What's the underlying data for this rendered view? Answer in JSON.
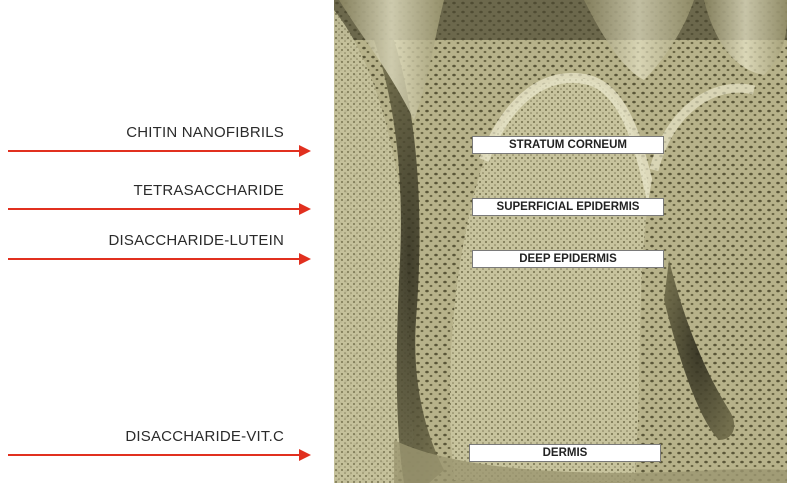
{
  "arrows": [
    {
      "label": "CHITIN NANOFIBRILS"
    },
    {
      "label": "TETRASACCHARIDE"
    },
    {
      "label": "DISACCHARIDE-LUTEIN"
    },
    {
      "label": "DISACCHARIDE-VIT.C"
    }
  ],
  "layers": [
    {
      "label": "STRATUM CORNEUM"
    },
    {
      "label": "SUPERFICIAL EPIDERMIS"
    },
    {
      "label": "DEEP EPIDERMIS"
    },
    {
      "label": "DERMIS"
    }
  ],
  "colors": {
    "arrow": "#e1301f",
    "tissue_light": "#d9d6b3",
    "tissue_mid": "#a9a47c",
    "tissue_dark": "#3f3d2a"
  }
}
